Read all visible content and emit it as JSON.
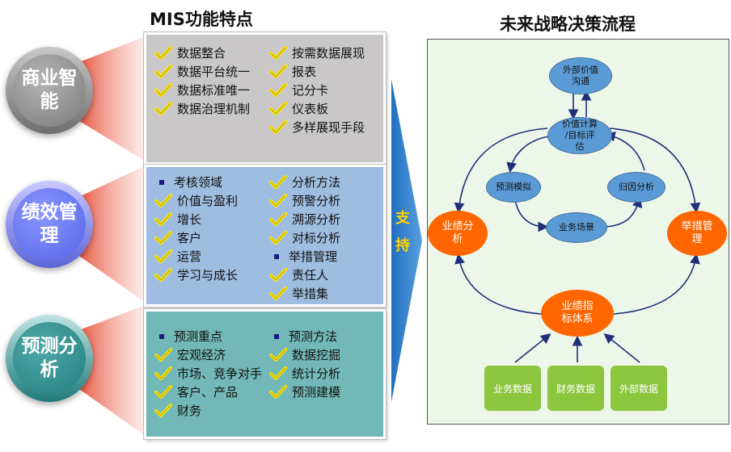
{
  "left_title": "MIS功能特点",
  "right_title": "未来战略决策流程",
  "support_label": [
    "支",
    "持"
  ],
  "categories": [
    {
      "label_lines": [
        "商业智能"
      ],
      "color": "#8c8c8c"
    },
    {
      "label_lines": [
        "绩效管理"
      ],
      "color": "#6b7bff"
    },
    {
      "label_lines": [
        "预测分",
        "析"
      ],
      "color": "#2f8f8f"
    }
  ],
  "panels": [
    {
      "bg": "#c9c7c8",
      "left": [
        {
          "text": "数据整合",
          "marker": "check"
        },
        {
          "text": "数据平台统一",
          "marker": "check"
        },
        {
          "text": "数据标准唯一",
          "marker": "check"
        },
        {
          "text": "数据治理机制",
          "marker": "check"
        }
      ],
      "right": [
        {
          "text": "按需数据展现",
          "marker": "check"
        },
        {
          "text": "报表",
          "marker": "check"
        },
        {
          "text": "记分卡",
          "marker": "check"
        },
        {
          "text": "仪表板",
          "marker": "check"
        },
        {
          "text": "多样展现手段",
          "marker": "check"
        }
      ]
    },
    {
      "bg": "#9fbde0",
      "left": [
        {
          "text": "考核领域",
          "marker": "bullet"
        },
        {
          "text": "价值与盈利",
          "marker": "check"
        },
        {
          "text": "增长",
          "marker": "check"
        },
        {
          "text": "客户",
          "marker": "check"
        },
        {
          "text": "运营",
          "marker": "check"
        },
        {
          "text": "学习与成长",
          "marker": "check"
        }
      ],
      "right": [
        {
          "text": "分析方法",
          "marker": "check"
        },
        {
          "text": "预警分析",
          "marker": "check"
        },
        {
          "text": "溯源分析",
          "marker": "check"
        },
        {
          "text": "对标分析",
          "marker": "check"
        },
        {
          "text": "举措管理",
          "marker": "bullet"
        },
        {
          "text": "责任人",
          "marker": "check"
        },
        {
          "text": "举措集",
          "marker": "check"
        }
      ]
    },
    {
      "bg": "#72b8b8",
      "left": [
        {
          "text": "预测重点",
          "marker": "bullet"
        },
        {
          "text": "宏观经济",
          "marker": "check"
        },
        {
          "text": "市场、竞争对手",
          "marker": "check"
        },
        {
          "text": "客户、产品",
          "marker": "check"
        },
        {
          "text": "财务",
          "marker": "check"
        }
      ],
      "right": [
        {
          "text": "预测方法",
          "marker": "bullet"
        },
        {
          "text": "数据挖掘",
          "marker": "check"
        },
        {
          "text": "统计分析",
          "marker": "check"
        },
        {
          "text": "预测建模",
          "marker": "check"
        }
      ]
    }
  ],
  "flow": {
    "external_value": [
      "外部价值",
      "沟通"
    ],
    "value_calc": [
      "价值计算",
      "/目标评",
      "估"
    ],
    "forecast_sim": "预测模拟",
    "attribution": "归因分析",
    "business_scene": "业务场景",
    "perf_analysis": [
      "业绩分",
      "析"
    ],
    "action_mgmt": [
      "举措管",
      "理"
    ],
    "kpi_system": [
      "业绩指",
      "标体系"
    ],
    "sources": [
      "业务数据",
      "财务数据",
      "外部数据"
    ]
  },
  "colors": {
    "flow_blue": "#5b9bd5",
    "flow_orange": "#ff6600",
    "flow_green": "#8cc63f",
    "arrow": "#1f2f7a",
    "check": "#ffe600"
  }
}
